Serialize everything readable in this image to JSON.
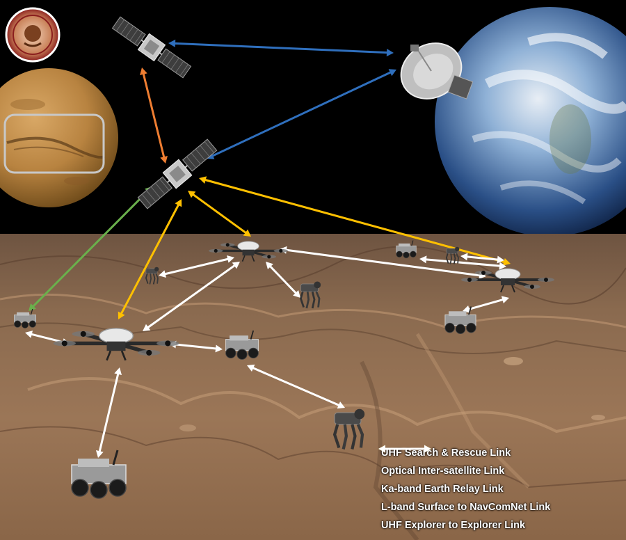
{
  "legend": [
    {
      "key": "uhf_sar",
      "label": "UHF Search & Rescue Link",
      "color": "#6ab04c"
    },
    {
      "key": "optical",
      "label": "Optical Inter-satellite Link",
      "color": "#ee7d31"
    },
    {
      "key": "ka",
      "label": "Ka-band Earth Relay Link",
      "color": "#2f6fbd"
    },
    {
      "key": "lband",
      "label": "L-band Surface to NavComNet Link",
      "color": "#ffc000"
    },
    {
      "key": "uhf_e2e",
      "label": "UHF Explorer to Explorer Link",
      "color": "#ffffff"
    }
  ],
  "nodes": [
    {
      "id": "sat-upper",
      "kind": "satellite"
    },
    {
      "id": "sat-lower",
      "kind": "satellite"
    },
    {
      "id": "dish",
      "kind": "dish"
    },
    {
      "id": "drone-center",
      "kind": "drone"
    },
    {
      "id": "drone-left",
      "kind": "drone"
    },
    {
      "id": "drone-right",
      "kind": "drone"
    },
    {
      "id": "rover-left-small",
      "kind": "rover"
    },
    {
      "id": "rover-center",
      "kind": "rover"
    },
    {
      "id": "rover-right",
      "kind": "rover"
    },
    {
      "id": "rover-bottom",
      "kind": "rover"
    },
    {
      "id": "rover-far-right",
      "kind": "rover"
    },
    {
      "id": "walker-center",
      "kind": "walker"
    },
    {
      "id": "walker-bottom",
      "kind": "walker"
    },
    {
      "id": "walker-small-left",
      "kind": "walker"
    },
    {
      "id": "walker-small-right",
      "kind": "walker"
    }
  ],
  "links": [
    {
      "type": "ka",
      "from": "sat-upper",
      "to": "dish"
    },
    {
      "type": "ka",
      "from": "sat-lower",
      "to": "dish"
    },
    {
      "type": "optical",
      "from": "sat-upper",
      "to": "sat-lower"
    },
    {
      "type": "uhf_sar",
      "from": "sat-lower",
      "to": "rover-left-small"
    },
    {
      "type": "lband",
      "from": "sat-lower",
      "to": "drone-left"
    },
    {
      "type": "lband",
      "from": "sat-lower",
      "to": "drone-center"
    },
    {
      "type": "lband",
      "from": "sat-lower",
      "to": "drone-right"
    },
    {
      "type": "uhf_e2e",
      "from": "drone-center",
      "to": "walker-small-left"
    },
    {
      "type": "uhf_e2e",
      "from": "drone-center",
      "to": "drone-left"
    },
    {
      "type": "uhf_e2e",
      "from": "drone-center",
      "to": "walker-center"
    },
    {
      "type": "uhf_e2e",
      "from": "drone-center",
      "to": "drone-right"
    },
    {
      "type": "uhf_e2e",
      "from": "rover-left-small",
      "to": "drone-left"
    },
    {
      "type": "uhf_e2e",
      "from": "drone-left",
      "to": "rover-center"
    },
    {
      "type": "uhf_e2e",
      "from": "drone-left",
      "to": "rover-bottom"
    },
    {
      "type": "uhf_e2e",
      "from": "rover-center",
      "to": "walker-bottom"
    },
    {
      "type": "uhf_e2e",
      "from": "drone-right",
      "to": "rover-right"
    },
    {
      "type": "uhf_e2e",
      "from": "rover-far-right",
      "to": "drone-right"
    },
    {
      "type": "uhf_e2e",
      "from": "walker-small-right",
      "to": "drone-right"
    }
  ]
}
